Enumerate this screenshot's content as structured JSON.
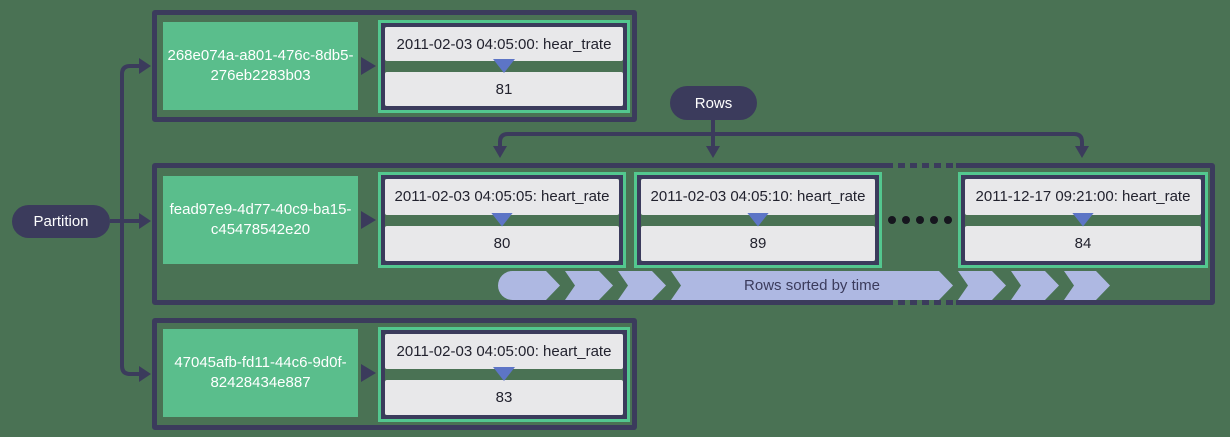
{
  "labels": {
    "partition": "Partition",
    "rows": "Rows",
    "rows_sorted_by_time": "Rows sorted by time"
  },
  "colors": {
    "background": "#4A7254",
    "navy": "#3B3B5C",
    "partition_key_green": "#5ABE8C",
    "cell_border_green": "#53C78F",
    "cell_gray": "#E8E8EA",
    "value_arrow_blue": "#5D75C6",
    "sorted_band_periwinkle": "#AEB8E2"
  },
  "partitions": [
    {
      "key_line1": "268e074a-a801-476c-8db5-",
      "key_line2": "276eb2283b03",
      "cells": [
        {
          "header": "2011-02-03 04:05:00: hear_trate",
          "value": "81"
        }
      ]
    },
    {
      "key_line1": "fead97e9-4d77-40c9-ba15-",
      "key_line2": "c45478542e20",
      "cells": [
        {
          "header": "2011-02-03 04:05:05: heart_rate",
          "value": "80"
        },
        {
          "header": "2011-02-03 04:05:10: heart_rate",
          "value": "89"
        },
        {
          "header": "2011-12-17 09:21:00: heart_rate",
          "value": "84"
        }
      ]
    },
    {
      "key_line1": "47045afb-fd11-44c6-9d0f-",
      "key_line2": "82428434e887",
      "cells": [
        {
          "header": "2011-02-03 04:05:00: heart_rate",
          "value": "83"
        }
      ]
    }
  ]
}
